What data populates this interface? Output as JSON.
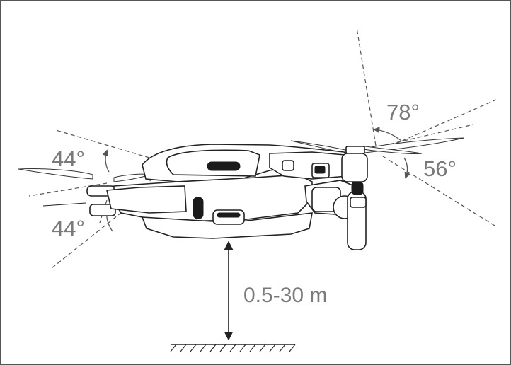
{
  "angles": {
    "front_upper": "44°",
    "front_lower": "44°",
    "rear_upper": "78°",
    "rear_lower": "56°"
  },
  "distance": {
    "range": "0.5-30 m"
  },
  "colors": {
    "line": "#222222",
    "dashed": "#555555",
    "label_text": "#7a7a7a",
    "frame": "#555555"
  },
  "icons": {
    "arrow": "arrow-head",
    "ground": "ground-hatching"
  }
}
